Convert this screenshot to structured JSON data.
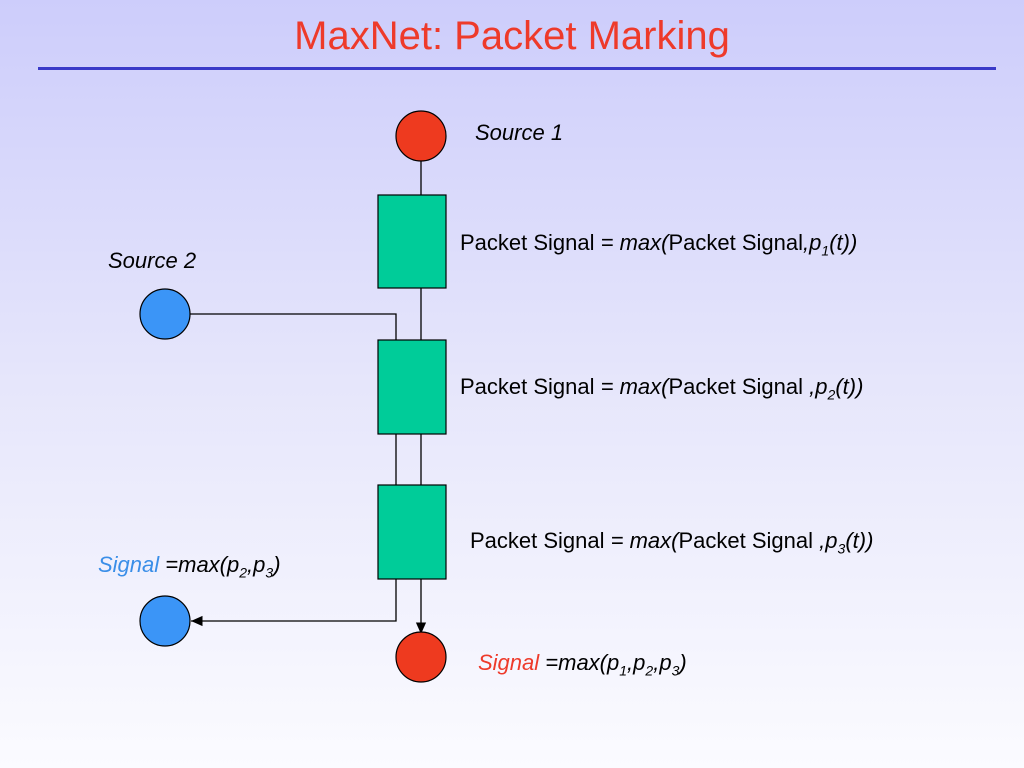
{
  "title": "MaxNet: Packet Marking",
  "source1_label": "Source 1",
  "source2_label": "Source 2",
  "rules": [
    {
      "lhs": "Packet Signal",
      "eq": " = ",
      "fn": "max(",
      "arg": "Packet Signal",
      "comma": ",",
      "p": "p",
      "sub": "1",
      "tail": "(t))"
    },
    {
      "lhs": "Packet Signal",
      "eq": " = ",
      "fn": "max(",
      "arg": "Packet Signal ",
      "comma": ",",
      "p": "p",
      "sub": "2",
      "tail": "(t))"
    },
    {
      "lhs": "Packet Signal",
      "eq": " = ",
      "fn": "max(",
      "arg": "Packet Signal ",
      "comma": ",",
      "p": "p",
      "sub": "3",
      "tail": "(t))"
    }
  ],
  "signal2": {
    "word": "Signal",
    "expr": " =max(p",
    "s1": "2",
    "c": ",p",
    "s2": "3",
    "end": ")"
  },
  "signal1": {
    "word": "Signal",
    "expr": " =max(p",
    "s1": "1",
    "c1": ",p",
    "s2": "2",
    "c2": ",p",
    "s3": "3",
    "end": ")"
  },
  "colors": {
    "title": "#ee3a2a",
    "red_node": "#ee3a1f",
    "blue_node": "#3b95f7",
    "router": "#00cc99",
    "rule": "#3a3ac8",
    "signal_blue": "#3a8ee8"
  }
}
